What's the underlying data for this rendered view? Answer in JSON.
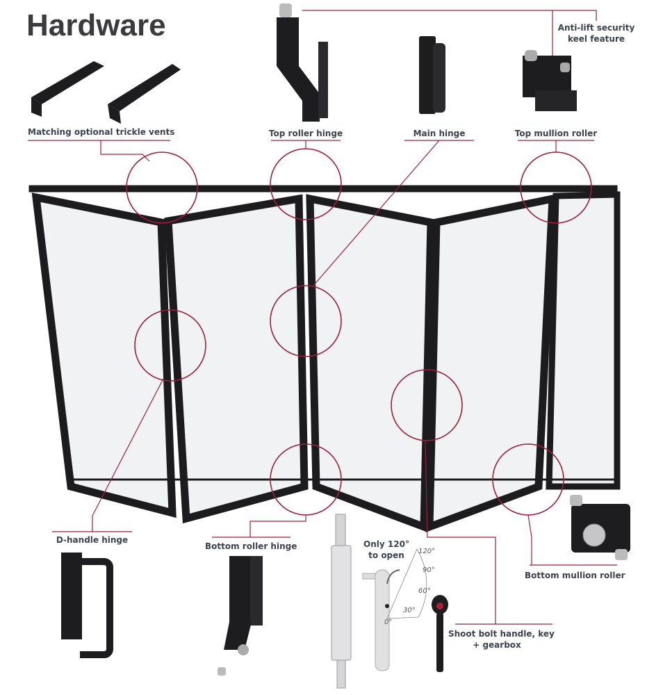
{
  "title": "Hardware",
  "labels": {
    "trickle_vents": "Matching optional trickle vents",
    "top_roller_hinge": "Top roller hinge",
    "main_hinge": "Main hinge",
    "top_mullion_roller": "Top mullion roller",
    "anti_lift_1": "Anti-lift security",
    "anti_lift_2": "keel feature",
    "d_handle_hinge": "D-handle hinge",
    "bottom_roller_hinge": "Bottom roller hinge",
    "only_120_1": "Only 120°",
    "only_120_2": "to open",
    "shoot_bolt_1": "Shoot bolt handle, key",
    "shoot_bolt_2": "+ gearbox",
    "bottom_mullion_roller": "Bottom mullion roller"
  },
  "angles": [
    "0°",
    "30°",
    "60°",
    "90°",
    "120°"
  ],
  "colors": {
    "accent": "#9e1f3d",
    "text": "#3d4250",
    "frame": "#1c1c1e",
    "glass": "#f1f2f3"
  }
}
